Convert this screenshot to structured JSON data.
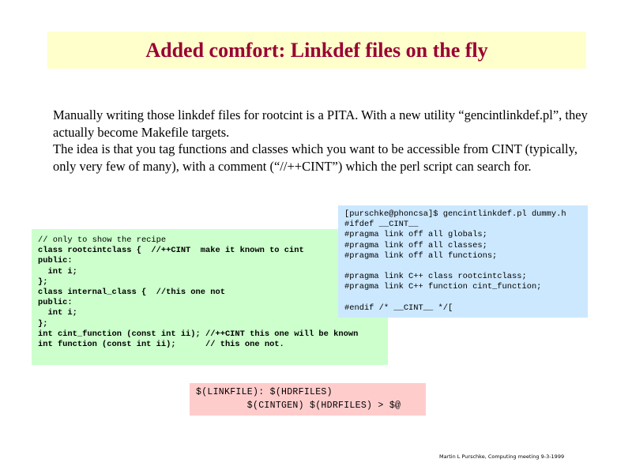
{
  "title": "Added comfort: Linkdef files on the fly",
  "body": {
    "p1": "Manually writing those linkdef files for rootcint is a PITA. With a new utility “gencintlinkdef.pl”, they actually become Makefile targets.",
    "p2": "The idea is that you tag functions and classes which you want to be accessible from CINT (typically, only very few of many), with a comment (“//++CINT”) which the perl script can search for."
  },
  "code_source": [
    {
      "text": "// only to show the recipe",
      "bold": false
    },
    {
      "text": "class rootcintclass {  //++CINT  make it known to cint",
      "bold": true
    },
    {
      "text": "public:",
      "bold": true
    },
    {
      "text": "  int i;",
      "bold": true
    },
    {
      "text": "};",
      "bold": true
    },
    {
      "text": "class internal_class {  //this one not",
      "bold": true
    },
    {
      "text": "public:",
      "bold": true
    },
    {
      "text": "  int i;",
      "bold": true
    },
    {
      "text": "};",
      "bold": true
    },
    {
      "text": "int cint_function (const int ii); //++CINT this one will be known",
      "bold": true
    },
    {
      "text": "int function (const int ii);      // this one not.",
      "bold": true
    }
  ],
  "code_linkdef": [
    "[purschke@phoncsa]$ gencintlinkdef.pl dummy.h",
    "#ifdef __CINT__",
    "#pragma link off all globals;",
    "#pragma link off all classes;",
    "#pragma link off all functions;",
    "",
    "#pragma link C++ class rootcintclass;",
    "#pragma link C++ function cint_function;",
    "",
    "#endif /* __CINT__ */["
  ],
  "code_makefile": [
    "$(LINKFILE): $(HDRFILES)",
    "         $(CINTGEN) $(HDRFILES) > $@"
  ],
  "footer": "Martin L Purschke, Computing meeting 9-3-1999"
}
